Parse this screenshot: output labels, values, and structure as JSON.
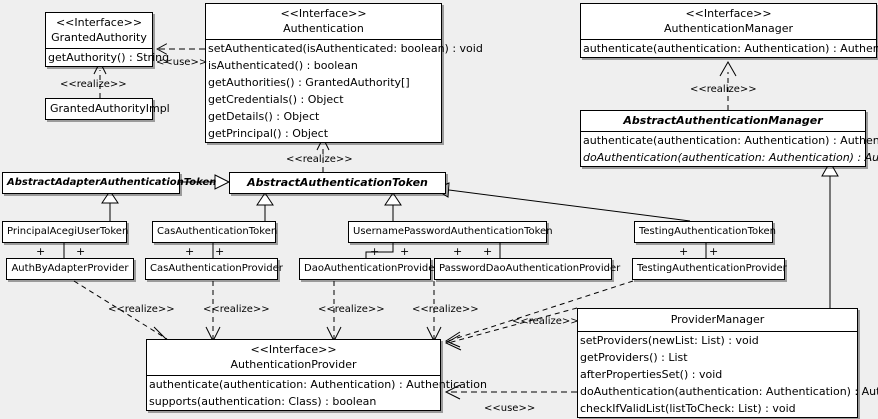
{
  "diagram": {
    "kind": "uml-class-diagram",
    "background": "#efefef",
    "line_color": "#000000",
    "box_fill": "#ffffff",
    "stereotype_interface": "<<Interface>>",
    "stereotype_realize": "<<realize>>",
    "stereotype_use": "<<use>>",
    "plus_symbol": "+"
  },
  "classes": {
    "granted_authority": {
      "stereotype": "<<Interface>>",
      "name": "GrantedAuthority",
      "operations": [
        "getAuthority() : String"
      ]
    },
    "granted_authority_impl": {
      "name": "GrantedAuthorityImpl",
      "operations": []
    },
    "authentication": {
      "stereotype": "<<Interface>>",
      "name": "Authentication",
      "operations": [
        "setAuthenticated(isAuthenticated: boolean) : void",
        "isAuthenticated() : boolean",
        "getAuthorities() : GrantedAuthority[]",
        "getCredentials() : Object",
        "getDetails() : Object",
        "getPrincipal() : Object"
      ]
    },
    "authentication_manager": {
      "stereotype": "<<Interface>>",
      "name": "AuthenticationManager",
      "operations": [
        "authenticate(authentication: Authentication) : Authentication"
      ]
    },
    "abstract_authentication_manager": {
      "name": "AbstractAuthenticationManager",
      "operations": [
        "authenticate(authentication: Authentication) : Authentication",
        "doAuthentication(authentication: Authentication) : Authentication"
      ]
    },
    "abstract_adapter_authentication_token": {
      "name": "AbstractAdapterAuthenticationToken",
      "operations": []
    },
    "abstract_authentication_token": {
      "name": "AbstractAuthenticationToken",
      "operations": []
    },
    "principal_acegi_user_token": {
      "name": "PrincipalAcegiUserToken",
      "operations": []
    },
    "cas_authentication_token": {
      "name": "CasAuthenticationToken",
      "operations": []
    },
    "username_password_authentication_token": {
      "name": "UsernamePasswordAuthenticationToken",
      "operations": []
    },
    "testing_authentication_token": {
      "name": "TestingAuthenticationToken",
      "operations": []
    },
    "auth_by_adapter_provider": {
      "name": "AuthByAdapterProvider",
      "operations": []
    },
    "cas_authentication_provider": {
      "name": "CasAuthenticationProvider",
      "operations": []
    },
    "dao_authentication_provider": {
      "name": "DaoAuthenticationProvider",
      "operations": []
    },
    "password_dao_authentication_provider": {
      "name": "PasswordDaoAuthenticationProvider",
      "operations": []
    },
    "testing_authentication_provider": {
      "name": "TestingAuthenticationProvider",
      "operations": []
    },
    "authentication_provider": {
      "stereotype": "<<Interface>>",
      "name": "AuthenticationProvider",
      "operations": [
        "authenticate(authentication: Authentication) : Authentication",
        "supports(authentication: Class) : boolean"
      ]
    },
    "provider_manager": {
      "name": "ProviderManager",
      "operations": [
        "setProviders(newList: List) : void",
        "getProviders() : List",
        "afterPropertiesSet() : void",
        "doAuthentication(authentication: Authentication) : Authentication",
        "checkIfValidList(listToCheck: List) : void"
      ]
    }
  },
  "edge_labels": {
    "use_authentication_grantedauthority": "<<use>>",
    "realize_grantedauthorityimpl": "<<realize>>",
    "realize_abstractauthenticationtoken": "<<realize>>",
    "realize_authmanager": "<<realize>>",
    "realize_authbyadapter": "<<realize>>",
    "realize_cas": "<<realize>>",
    "realize_dao": "<<realize>>",
    "realize_passworddao": "<<realize>>",
    "realize_providermanager": "<<realize>>",
    "use_providermanager_authprovider": "<<use>>"
  }
}
